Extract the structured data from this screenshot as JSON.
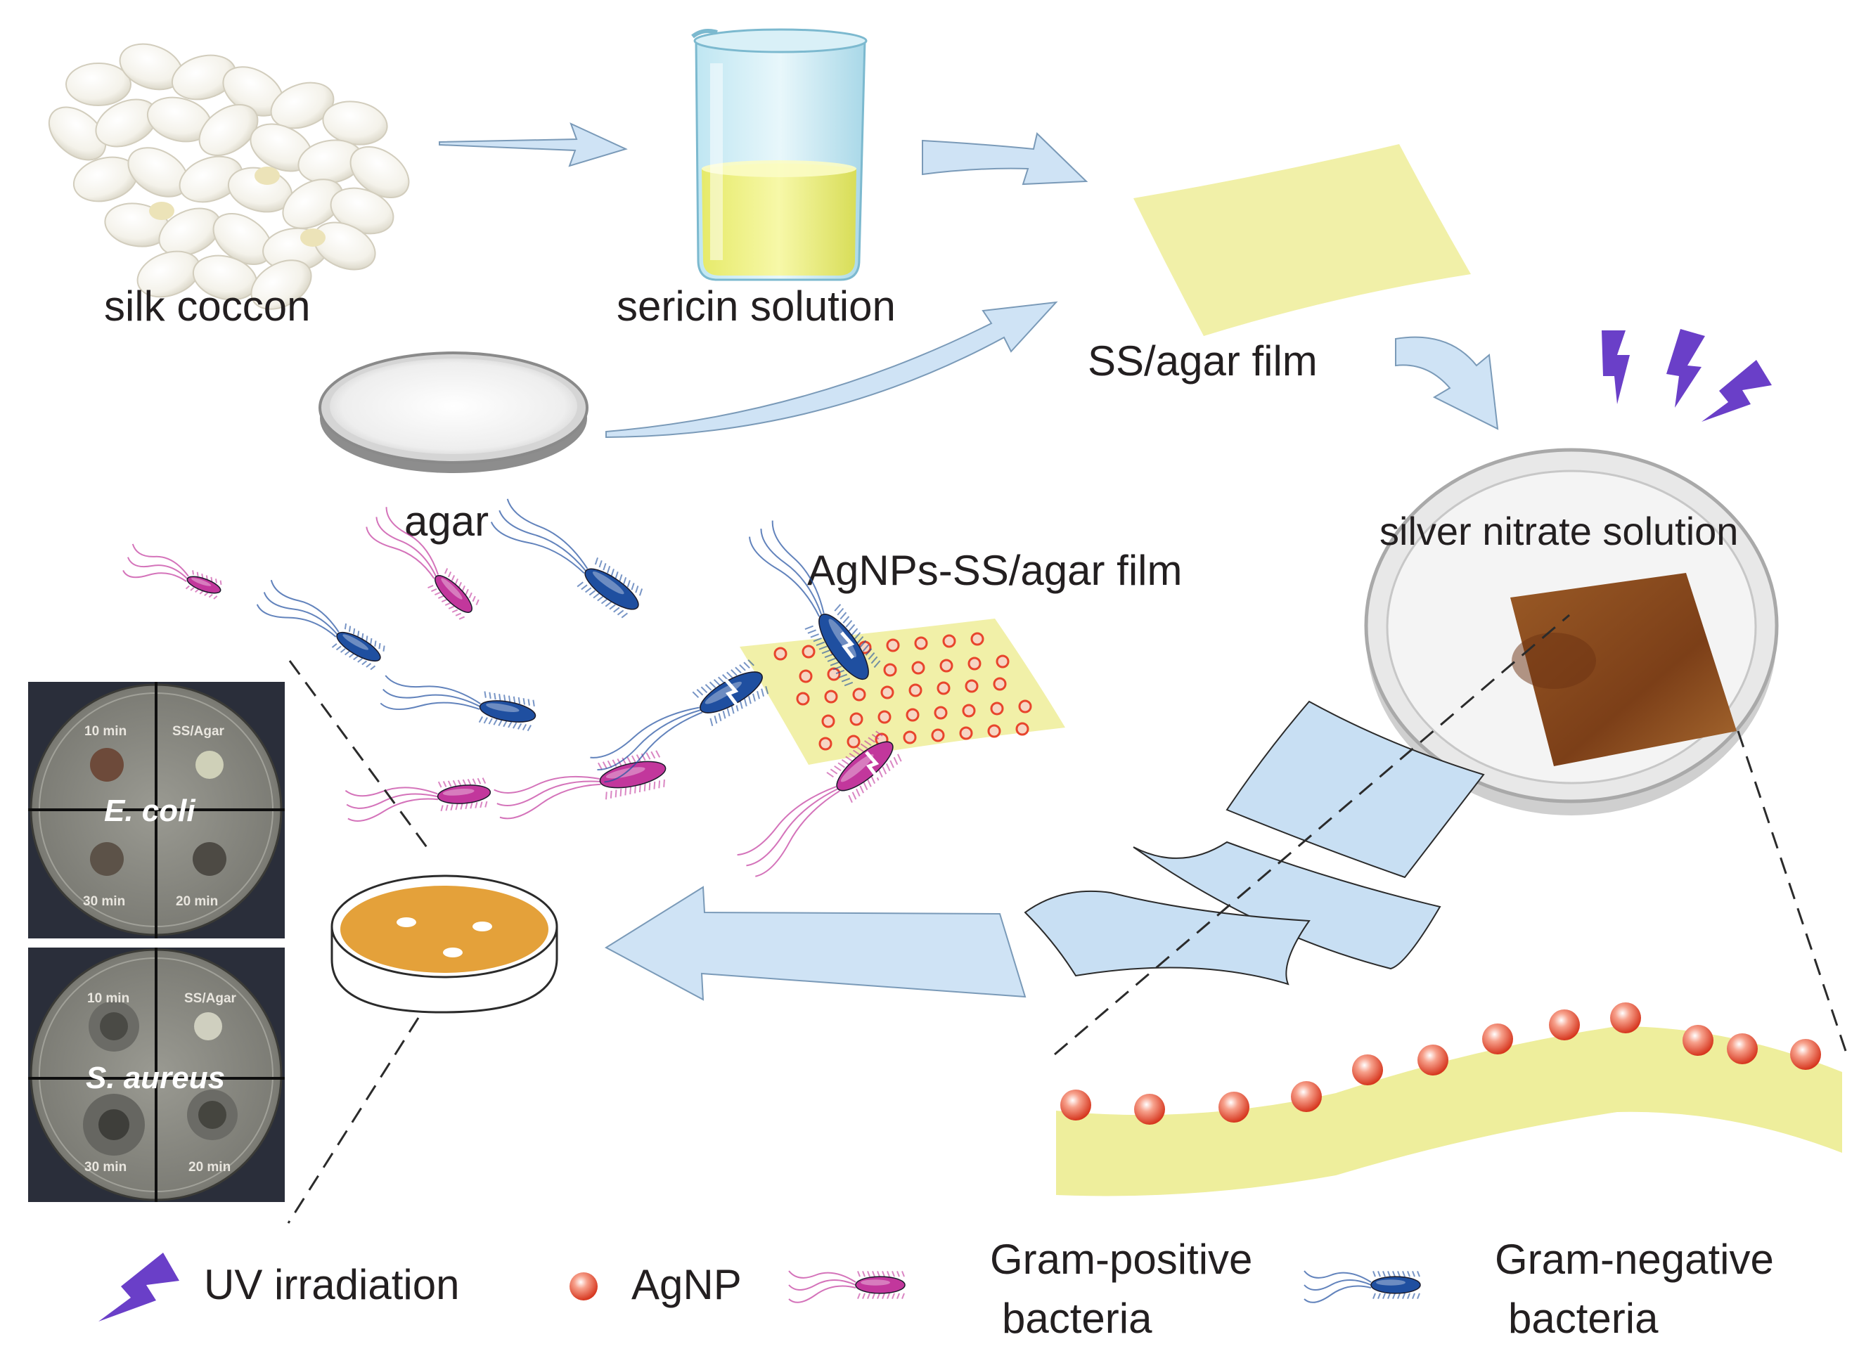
{
  "labels": {
    "silk_cocoon": "silk coccon",
    "sericin_solution": "sericin solution",
    "agar": "agar",
    "ss_agar_film": "SS/agar film",
    "silver_nitrate_solution": "silver nitrate solution",
    "agnps_film": "AgNPs-SS/agar film"
  },
  "plates": [
    {
      "organism": "E. coli",
      "quadrants": [
        "10 min",
        "SS/Agar",
        "30 min",
        "20 min"
      ]
    },
    {
      "organism": "S. aureus",
      "quadrants": [
        "10 min",
        "SS/Agar",
        "30 min",
        "20 min"
      ]
    }
  ],
  "legend": {
    "uv": "UV irradiation",
    "agnp": "AgNP",
    "gram_positive_line1": "Gram-positive",
    "gram_positive_line2": "bacteria",
    "gram_negative_line1": "Gram-negative",
    "gram_negative_line2": "bacteria"
  },
  "colors": {
    "arrow_fill": "#cfe3f5",
    "arrow_stroke": "#7a9ab8",
    "film_yellow": "#f1f0a8",
    "uv_purple": "#6a3fc8",
    "agnp_red": "#e8452c",
    "gram_positive": "#c2379c",
    "gram_negative": "#1f4fa0",
    "silver_film_brown": "#8a4a1e",
    "petri_orange": "#e4a13a"
  }
}
